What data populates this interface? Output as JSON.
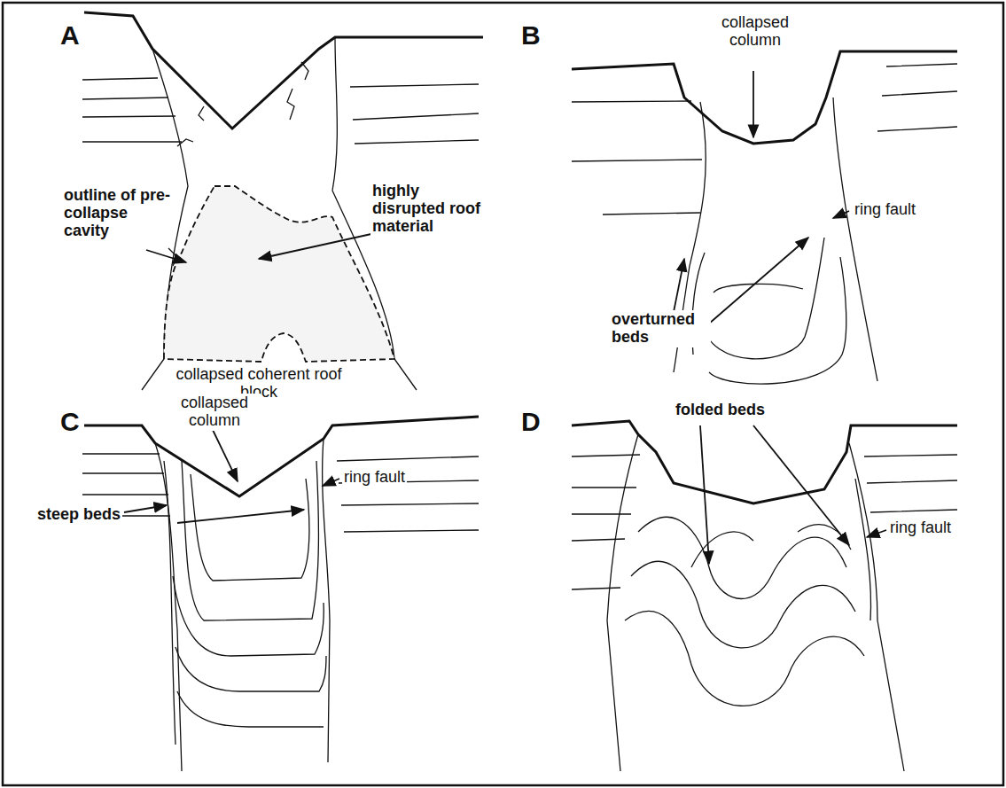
{
  "diagram": {
    "labels": [
      "A",
      "outline of pre-collapse cavity",
      "highly disrupted roof material",
      "collapsed coherent roof block",
      "B",
      "collapsed column",
      "ring fault",
      "overturned beds",
      "C",
      "collapsed column",
      "steep beds",
      "ring fault",
      "D",
      "folded beds",
      "ring fault"
    ]
  }
}
